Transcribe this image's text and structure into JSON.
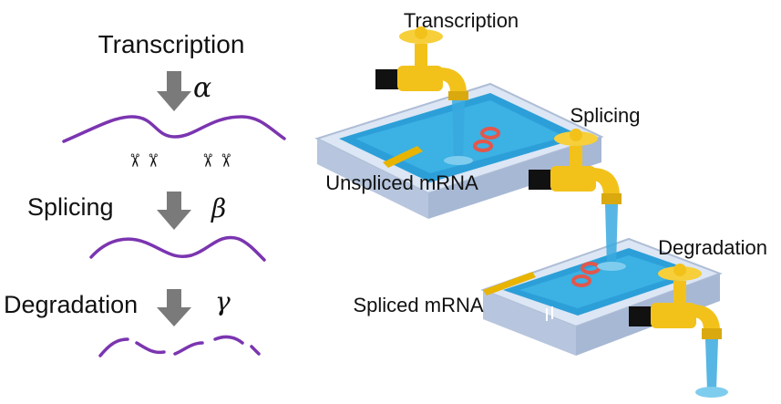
{
  "left_panel": {
    "steps": [
      {
        "label": "Transcription",
        "rate_symbol": "α"
      },
      {
        "label": "Splicing",
        "rate_symbol": "β"
      },
      {
        "label": "Degradation",
        "rate_symbol": "γ"
      }
    ],
    "scissors": [
      "✂",
      "✂",
      "✂",
      "✂"
    ]
  },
  "right_panel": {
    "tap_labels": {
      "transcription": "Transcription",
      "splicing": "Splicing",
      "degradation": "Degradation"
    },
    "pool_labels": {
      "unspliced": "Unspliced mRNA",
      "spliced": "Spliced mRNA"
    }
  },
  "colors": {
    "mrna_strand": "#7b35b0",
    "arrow": "#7a7a7a",
    "tap": "#f2c21b",
    "water": "#3aa9de",
    "tub_frame": "#c9d7ec",
    "ring": "#e2574c",
    "board": "#e8b400"
  }
}
